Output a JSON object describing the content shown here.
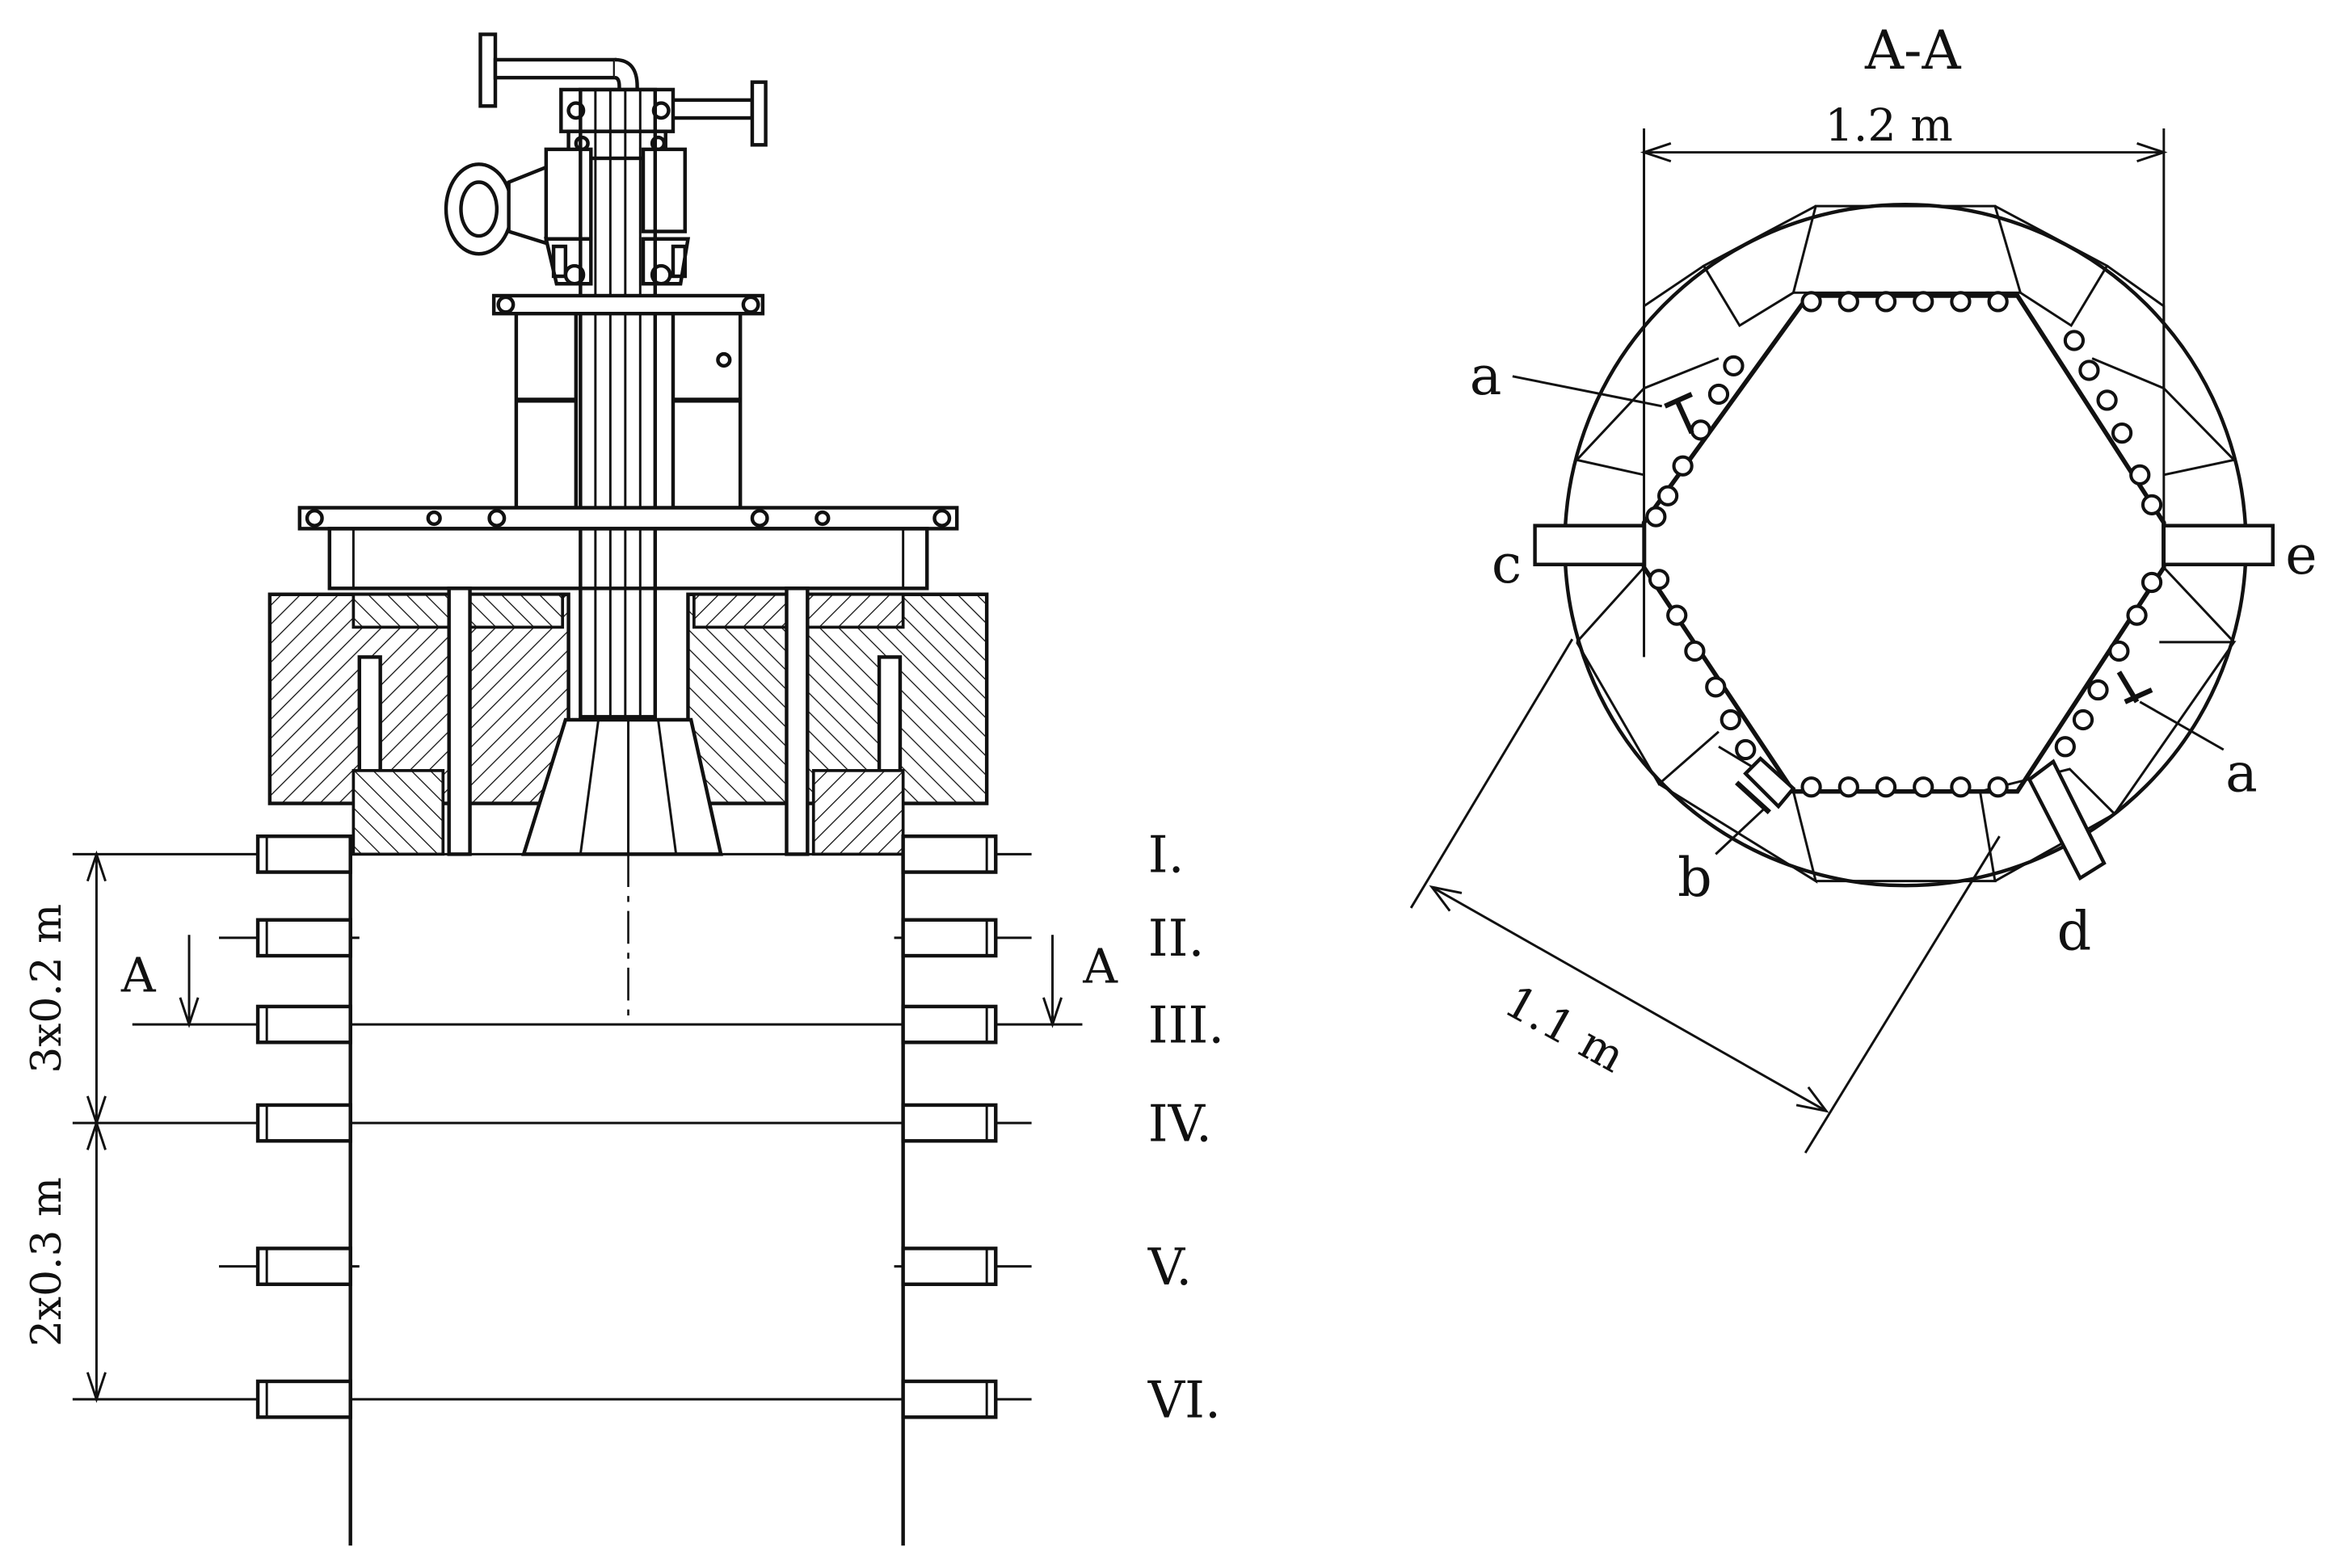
{
  "section_title": "A-A",
  "dimensions": {
    "top_width": "1.2 m",
    "diagonal": "1.1 m",
    "upper_spacing": "3x0.2 m",
    "lower_spacing": "2x0.3 m"
  },
  "section_marks": {
    "left": "A",
    "right": "A"
  },
  "levels": [
    "I.",
    "II.",
    "III.",
    "IV.",
    "V.",
    "VI."
  ],
  "callouts": {
    "a_left": "a",
    "a_right": "a",
    "b": "b",
    "c": "c",
    "d": "d",
    "e": "e"
  }
}
